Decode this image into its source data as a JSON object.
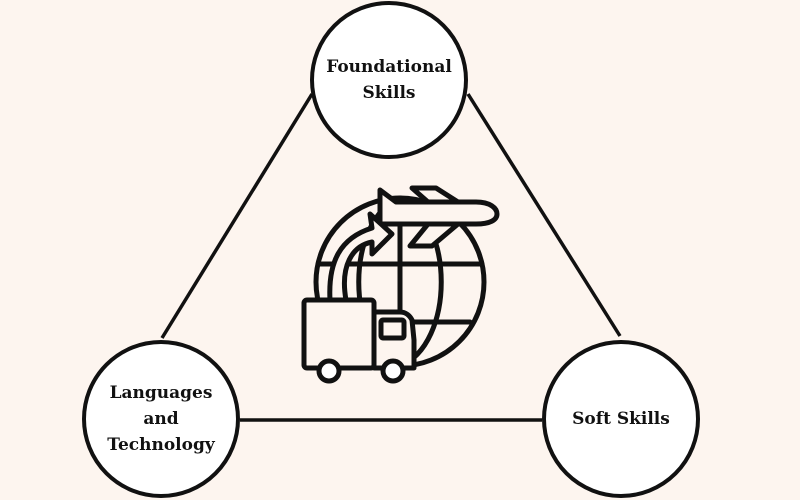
{
  "diagram": {
    "nodes": {
      "top": {
        "label": "Foundational Skills"
      },
      "left": {
        "label": "Languages and Technology"
      },
      "right": {
        "label": "Soft Skills"
      }
    },
    "center_icon": "global-logistics-icon",
    "colors": {
      "background": "#fdf5ef",
      "stroke": "#111111",
      "node_fill": "#ffffff"
    }
  }
}
